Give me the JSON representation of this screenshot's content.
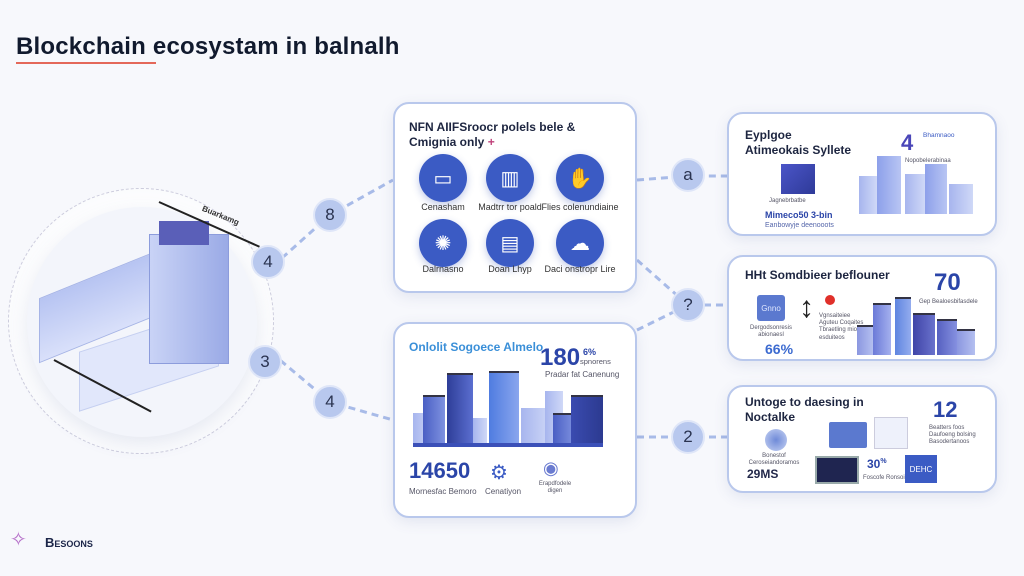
{
  "header": {
    "title": "Blockchain ecosystam in balnalh"
  },
  "brand": {
    "name": "Besoons"
  },
  "colors": {
    "accent": "#3b5bc4",
    "underline": "#e4685a",
    "node": "#b8c8ee",
    "border": "#b9c8ec"
  },
  "hub": {
    "label": "Buarkamg",
    "nodes": [
      "4",
      "3"
    ]
  },
  "connectors": [
    "8",
    "4",
    "a",
    "?",
    "2"
  ],
  "card_features": {
    "title": "NFN AIIFSroocr polels bele & Cmignia only",
    "marker": "+",
    "items": [
      {
        "icon": "laptop-icon",
        "label": "Cenasham"
      },
      {
        "icon": "bar-chart-icon",
        "label": "Madtrr tor poald"
      },
      {
        "icon": "handshake-icon",
        "label": "Flies colenundiaine"
      },
      {
        "icon": "network-icon",
        "label": "Dalrnasno"
      },
      {
        "icon": "document-icon",
        "label": "Doan Lhyp"
      },
      {
        "icon": "cloud-icon",
        "label": "Daci onstropr Lire"
      }
    ]
  },
  "card_city": {
    "title": "Onlolit Sogoece Almelo",
    "stat": "180",
    "stat_suffix": "6%",
    "stat_sub": "spnorens",
    "stat_label": "Pradar fat Canenung",
    "count": "14650",
    "count_label": "Mornesfac Bemoro",
    "item2_label": "Cenatiyon",
    "item3_label": "Erapdfodele digen"
  },
  "card_eco": {
    "title": "Eyplgoe Atimeokais Syllete",
    "cube_caption": "Jagnebrbatbe",
    "value": "Mimeco50 3-bin",
    "sub": "Eanbowyje deenooots",
    "badge": "4",
    "badge_text": "Bhamnaoo",
    "badge_sub": "Nopobelerabinaa"
  },
  "card_scale": {
    "title": "HHt Somdbieer beflouner",
    "box_label": "Gnno",
    "box_caption": "Dergodsonresis abionaesl",
    "percent": "66%",
    "notes": "Vgnsaiteiee Aguteu Coqaites Tbraetling mio esduiteos",
    "stat": "70",
    "stat_label": "Gep Bealoesbifasdele"
  },
  "card_notes": {
    "title": "Untoge to daesing in Noctalke",
    "stat": "12",
    "stat_label": "Beatters foos Daufoeng bolsing Basodertanoos",
    "globe_caption": "Bonestof Ceroseiandoramos",
    "time": "29MS",
    "mid_value": "30",
    "mid_suffix": "%",
    "mid_label": "Foscofe Ronsoi",
    "chip": "DEHC"
  }
}
